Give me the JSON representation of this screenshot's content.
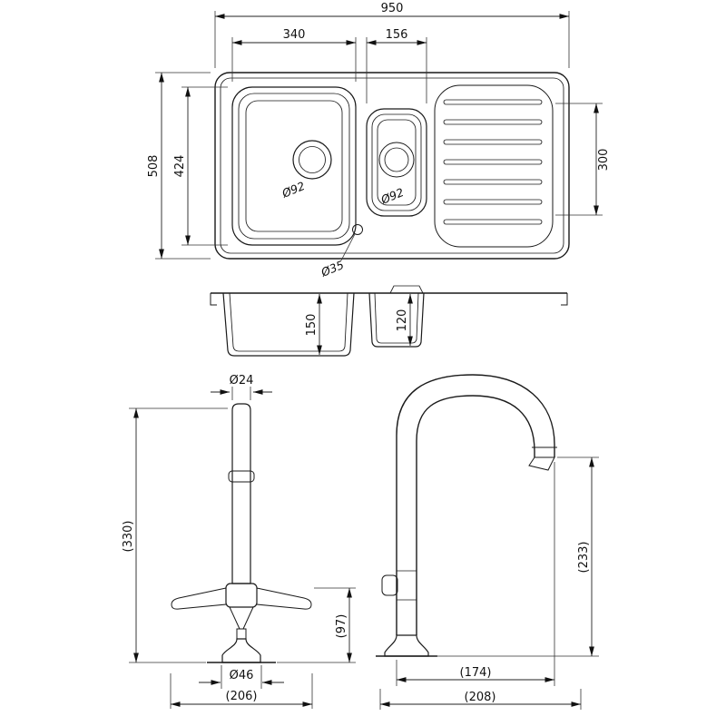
{
  "dims": {
    "plan": {
      "overall_width": "950",
      "main_bowl_width": "340",
      "half_bowl_width": "156",
      "overall_depth": "508",
      "main_bowl_length": "424",
      "drainer_length": "300",
      "main_bowl_waste": "Ø92",
      "half_bowl_waste": "Ø92",
      "tap_hole": "Ø35"
    },
    "section": {
      "main_bowl_depth": "150",
      "half_bowl_depth": "120"
    },
    "tap_front": {
      "spout_diameter": "Ø24",
      "overall_height": "(330)",
      "handle_height": "(97)",
      "base_diameter": "Ø46",
      "overall_width": "(206)"
    },
    "tap_side": {
      "spout_height": "(233)",
      "spout_reach": "(174)",
      "overall_depth": "(208)"
    }
  },
  "colors": {
    "line": "#1a1a1a",
    "background": "#ffffff"
  }
}
